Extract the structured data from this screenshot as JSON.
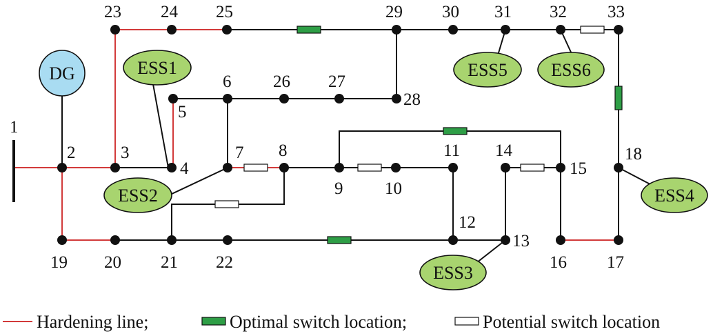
{
  "nodes": [
    {
      "id": "1",
      "label": "1"
    },
    {
      "id": "2",
      "label": "2"
    },
    {
      "id": "3",
      "label": "3"
    },
    {
      "id": "4",
      "label": "4"
    },
    {
      "id": "5",
      "label": "5"
    },
    {
      "id": "6",
      "label": "6"
    },
    {
      "id": "7",
      "label": "7"
    },
    {
      "id": "8",
      "label": "8"
    },
    {
      "id": "9",
      "label": "9"
    },
    {
      "id": "10",
      "label": "10"
    },
    {
      "id": "11",
      "label": "11"
    },
    {
      "id": "12",
      "label": "12"
    },
    {
      "id": "13",
      "label": "13"
    },
    {
      "id": "14",
      "label": "14"
    },
    {
      "id": "15",
      "label": "15"
    },
    {
      "id": "16",
      "label": "16"
    },
    {
      "id": "17",
      "label": "17"
    },
    {
      "id": "18",
      "label": "18"
    },
    {
      "id": "19",
      "label": "19"
    },
    {
      "id": "20",
      "label": "20"
    },
    {
      "id": "21",
      "label": "21"
    },
    {
      "id": "22",
      "label": "22"
    },
    {
      "id": "23",
      "label": "23"
    },
    {
      "id": "24",
      "label": "24"
    },
    {
      "id": "25",
      "label": "25"
    },
    {
      "id": "26",
      "label": "26"
    },
    {
      "id": "27",
      "label": "27"
    },
    {
      "id": "28",
      "label": "28"
    },
    {
      "id": "29",
      "label": "29"
    },
    {
      "id": "30",
      "label": "30"
    },
    {
      "id": "31",
      "label": "31"
    },
    {
      "id": "32",
      "label": "32"
    },
    {
      "id": "33",
      "label": "33"
    }
  ],
  "sources": {
    "dg": "DG",
    "ess": [
      "ESS1",
      "ESS2",
      "ESS3",
      "ESS4",
      "ESS5",
      "ESS6"
    ]
  },
  "legend": {
    "hardening": "Hardening line;",
    "optimal": "Optimal switch location;",
    "potential": "Potential switch location"
  },
  "colors": {
    "hardening_line": "#d23a3a",
    "optimal_switch": "#2e9e46",
    "ess_fill": "#a8d46f",
    "dg_fill": "#a9dcf2"
  }
}
